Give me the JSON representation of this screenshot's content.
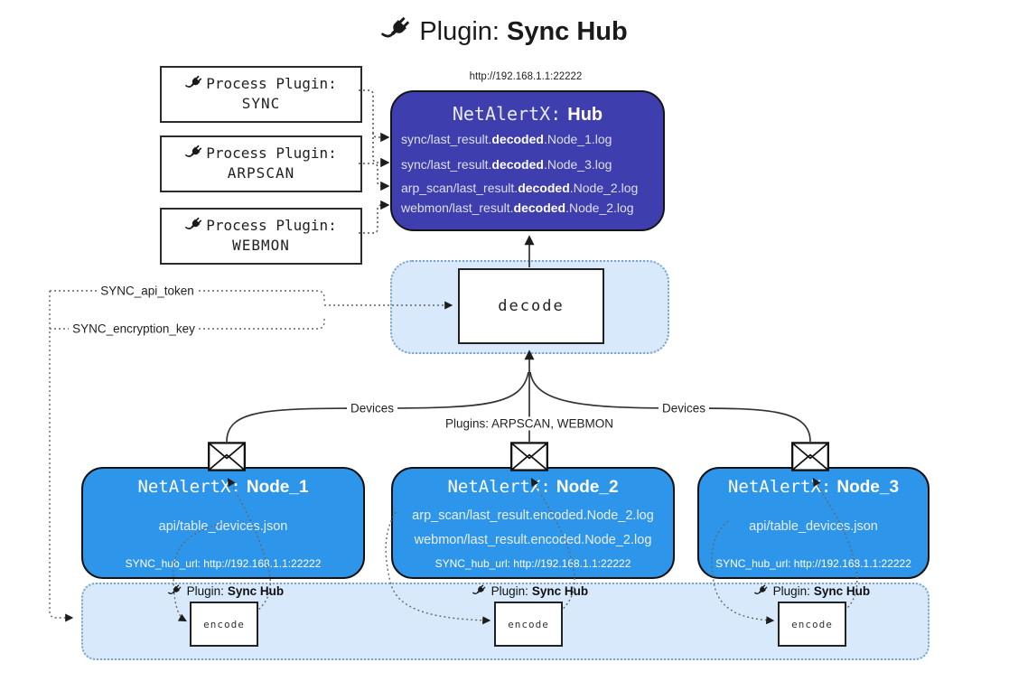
{
  "title": {
    "prefix": "Plugin:",
    "name": "Sync Hub"
  },
  "colors": {
    "hub": "#3e3eae",
    "node": "#2e96ea",
    "panel": "#d7e9fb",
    "panelborder": "#7da3c8"
  },
  "icons": {
    "plug": "🔌",
    "envelope": "✉"
  },
  "process_plugins": [
    {
      "label": "Process Plugin:",
      "name": "SYNC"
    },
    {
      "label": "Process Plugin:",
      "name": "ARPSCAN"
    },
    {
      "label": "Process Plugin:",
      "name": "WEBMON"
    }
  ],
  "hub": {
    "url": "http://192.168.1.1:22222",
    "title_prefix": "NetAlertX:",
    "title_name": "Hub",
    "lines": [
      {
        "pre": "sync/last_result.",
        "bold": "decoded",
        "post": ".Node_1.log"
      },
      {
        "pre": "sync/last_result.",
        "bold": "decoded",
        "post": ".Node_3.log"
      },
      {
        "pre": "arp_scan/last_result.",
        "bold": "decoded",
        "post": ".Node_2.log"
      },
      {
        "pre": "webmon/last_result.",
        "bold": "decoded",
        "post": ".Node_2.log"
      }
    ]
  },
  "decode": {
    "label": "decode"
  },
  "settings": {
    "api_token": "SYNC_api_token",
    "encryption_key": "SYNC_encryption_key"
  },
  "edges": {
    "devices_left": "Devices",
    "devices_right": "Devices",
    "plugins": "Plugins: ARPSCAN, WEBMON"
  },
  "nodes": [
    {
      "title_prefix": "NetAlertX:",
      "title_name": "Node_1",
      "lines": [
        "api/table_devices.json"
      ],
      "hub_url": "SYNC_hub_url: http://192.168.1.1:22222"
    },
    {
      "title_prefix": "NetAlertX:",
      "title_name": "Node_2",
      "lines": [
        "arp_scan/last_result.encoded.Node_2.log",
        "webmon/last_result.encoded.Node_2.log"
      ],
      "hub_url": "SYNC_hub_url: http://192.168.1.1:22222"
    },
    {
      "title_prefix": "NetAlertX:",
      "title_name": "Node_3",
      "lines": [
        "api/table_devices.json"
      ],
      "hub_url": "SYNC_hub_url: http://192.168.1.1:22222"
    }
  ],
  "encode": {
    "label": "encode",
    "plugin_prefix": "Plugin:",
    "plugin_name": "Sync Hub"
  }
}
